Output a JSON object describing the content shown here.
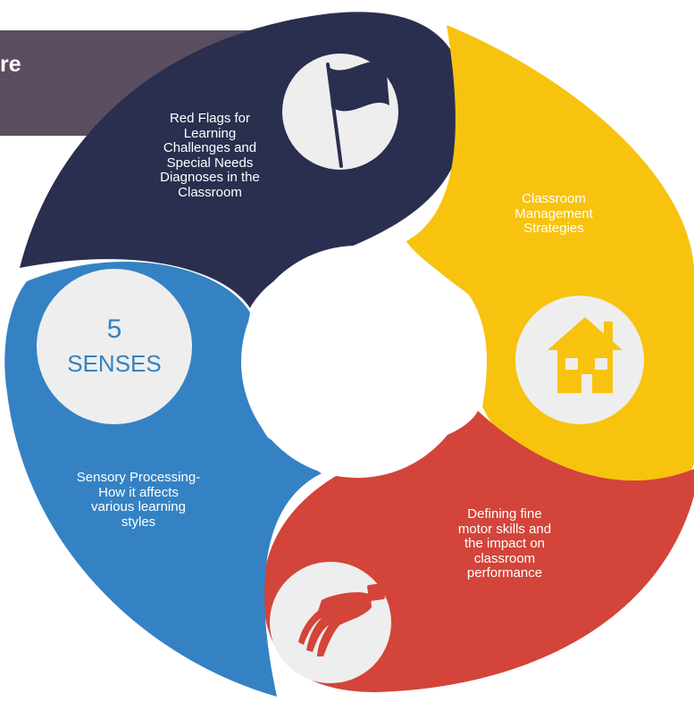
{
  "banner": {
    "text": "re"
  },
  "segments": [
    {
      "id": "red-flags",
      "label": "Red Flags for\nLearning\nChallenges and\nSpecial Needs\nDiagnoses in the\nClassroom",
      "color": "#2a2f4f",
      "icon": "flag-icon"
    },
    {
      "id": "classroom-management",
      "label": "Classroom\nManagement\nStrategies",
      "color": "#f7c30f",
      "icon": "house-icon"
    },
    {
      "id": "fine-motor",
      "label": "Defining fine\nmotor skills and\nthe impact on\nclassroom\nperformance",
      "color": "#d3443a",
      "icon": "hand-icon"
    },
    {
      "id": "sensory-processing",
      "label": "Sensory Processing-\nHow it affects\nvarious  learning\nstyles",
      "color": "#3482c4",
      "icon": "five-senses-badge"
    }
  ],
  "senses": {
    "number": "5",
    "word": "SENSES"
  },
  "colors": {
    "banner": "#5a4e60",
    "icon_circle": "#eeeeee",
    "icon_fill": "#2a2f4f",
    "house_fill": "#f7c30f",
    "hand_fill": "#d3443a"
  }
}
